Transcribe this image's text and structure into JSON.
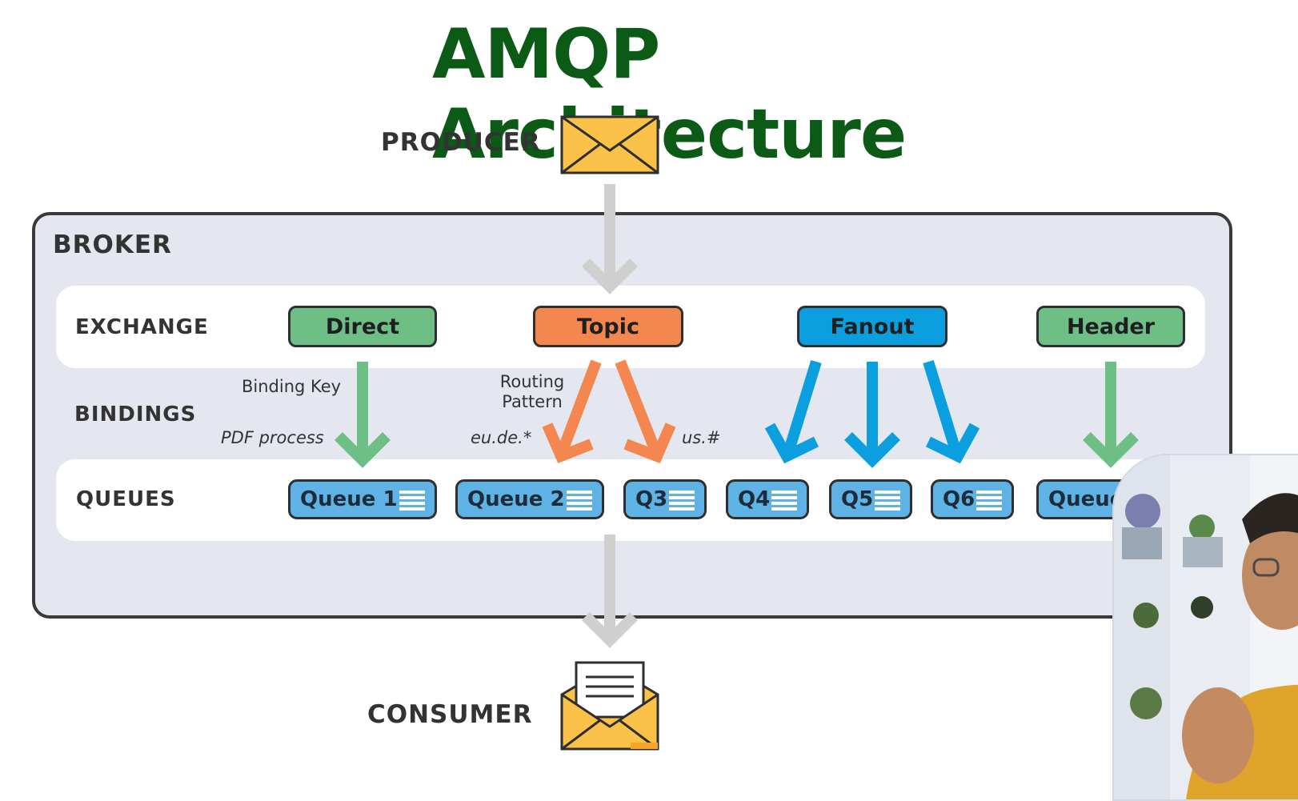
{
  "title": "AMQP Architecture",
  "producer_label": "PRODUCER",
  "consumer_label": "CONSUMER",
  "broker_label": "BROKER",
  "rows": {
    "exchange": "EXCHANGE",
    "bindings": "BINDINGS",
    "queues": "QUEUES"
  },
  "exchanges": [
    {
      "label": "Direct",
      "color": "#6dbf86"
    },
    {
      "label": "Topic",
      "color": "#f4874f"
    },
    {
      "label": "Fanout",
      "color": "#0b9fe0"
    },
    {
      "label": "Header",
      "color": "#6dbf86"
    }
  ],
  "bindings": {
    "binding_key": "Binding Key",
    "pdf_process": "PDF process",
    "routing_pattern_1": "Routing",
    "routing_pattern_2": "Pattern",
    "eu_de": "eu.de.*",
    "us": "us.#"
  },
  "queues": [
    "Queue 1",
    "Queue 2",
    "Q3",
    "Q4",
    "Q5",
    "Q6",
    "Queue"
  ],
  "colors": {
    "title": "#0b5a16",
    "gray_arrow": "#cfcfcf",
    "green_arrow": "#6dbf86",
    "orange_arrow": "#f4874f",
    "blue_arrow": "#0b9fe0",
    "envelope": "#fbc24a"
  },
  "icons": [
    "envelope-icon",
    "open-envelope-icon",
    "queue-lines-icon"
  ]
}
